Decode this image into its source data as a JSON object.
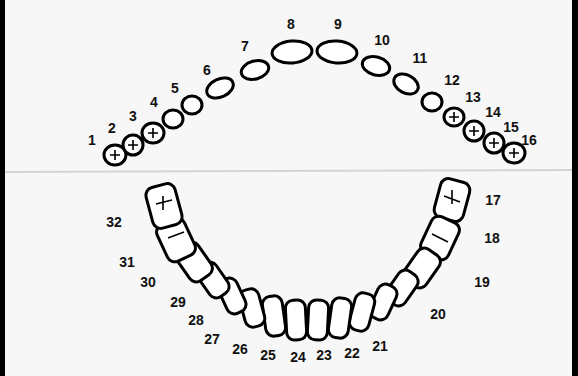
{
  "diagram": {
    "labels": [
      "1",
      "2",
      "3",
      "4",
      "5",
      "6",
      "7",
      "8",
      "9",
      "10",
      "11",
      "12",
      "13",
      "14",
      "15",
      "16",
      "17",
      "18",
      "19",
      "20",
      "21",
      "22",
      "23",
      "24",
      "25",
      "26",
      "27",
      "28",
      "29",
      "30",
      "31",
      "32"
    ]
  }
}
